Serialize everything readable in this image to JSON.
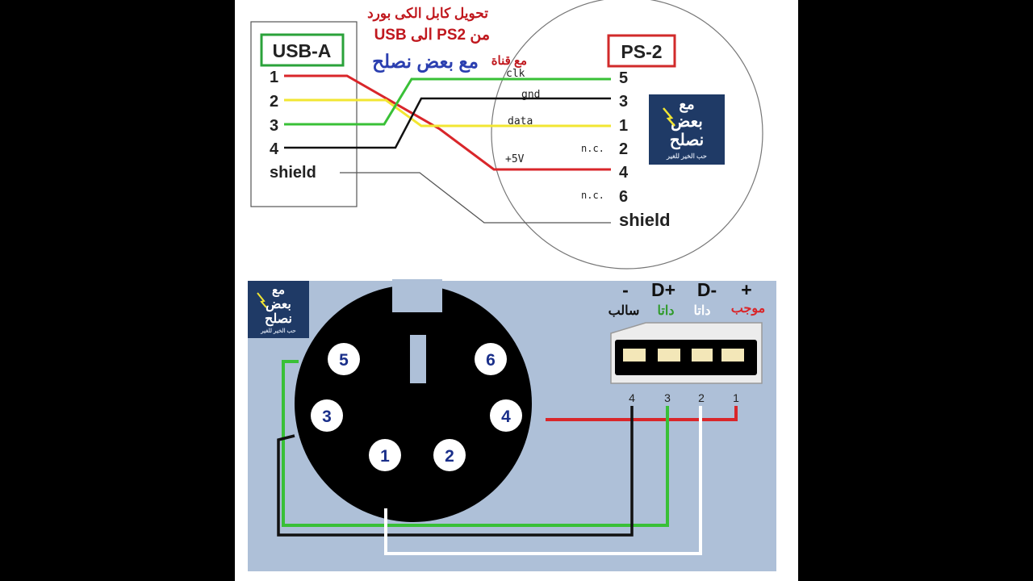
{
  "top": {
    "title_line1": "تحويل كابل الكى بورد",
    "title_line2": "USB الى PS2 من",
    "title_line3_prefix": "مع قناة",
    "title_line3_channel": "مع بعض نصلح",
    "usb_box_label": "USB-A",
    "ps2_box_label": "PS-2",
    "usb_pins": [
      "1",
      "2",
      "3",
      "4",
      "shield"
    ],
    "ps2_pins": [
      "5",
      "3",
      "1",
      "2",
      "4",
      "6",
      "shield"
    ],
    "signals": {
      "clk": "clk",
      "gnd": "gnd",
      "data": "data",
      "nc1": "n.c.",
      "v5": "+5V",
      "nc2": "n.c."
    },
    "logo": {
      "line1": "مع",
      "line2": "بعض",
      "line3": "نصلح",
      "tagline": "حب الخير للغير"
    }
  },
  "bottom": {
    "din_pins": [
      "5",
      "6",
      "3",
      "4",
      "1",
      "2"
    ],
    "usb_headers": {
      "minus": "-",
      "dplus": "D+",
      "dminus": "D-",
      "plus": "+"
    },
    "usb_arabic": {
      "minus": "سالب",
      "dplus": "داتا",
      "dminus": "داتا",
      "plus": "موجب"
    },
    "usb_pin_numbers": [
      "4",
      "3",
      "2",
      "1"
    ],
    "logo": {
      "line1": "مع",
      "line2": "بعض",
      "line3": "نصلح",
      "tagline": "حب الخير للغير"
    }
  },
  "colors": {
    "red": "#d9262a",
    "green": "#39c037",
    "yellow": "#f2e632",
    "black": "#111111",
    "blue_panel": "#aec0d8",
    "logo_bg": "#1f3a66",
    "pin_number_blue": "#1a2f8a",
    "title_red": "#c0181e",
    "title_blue": "#2b3fb0"
  }
}
